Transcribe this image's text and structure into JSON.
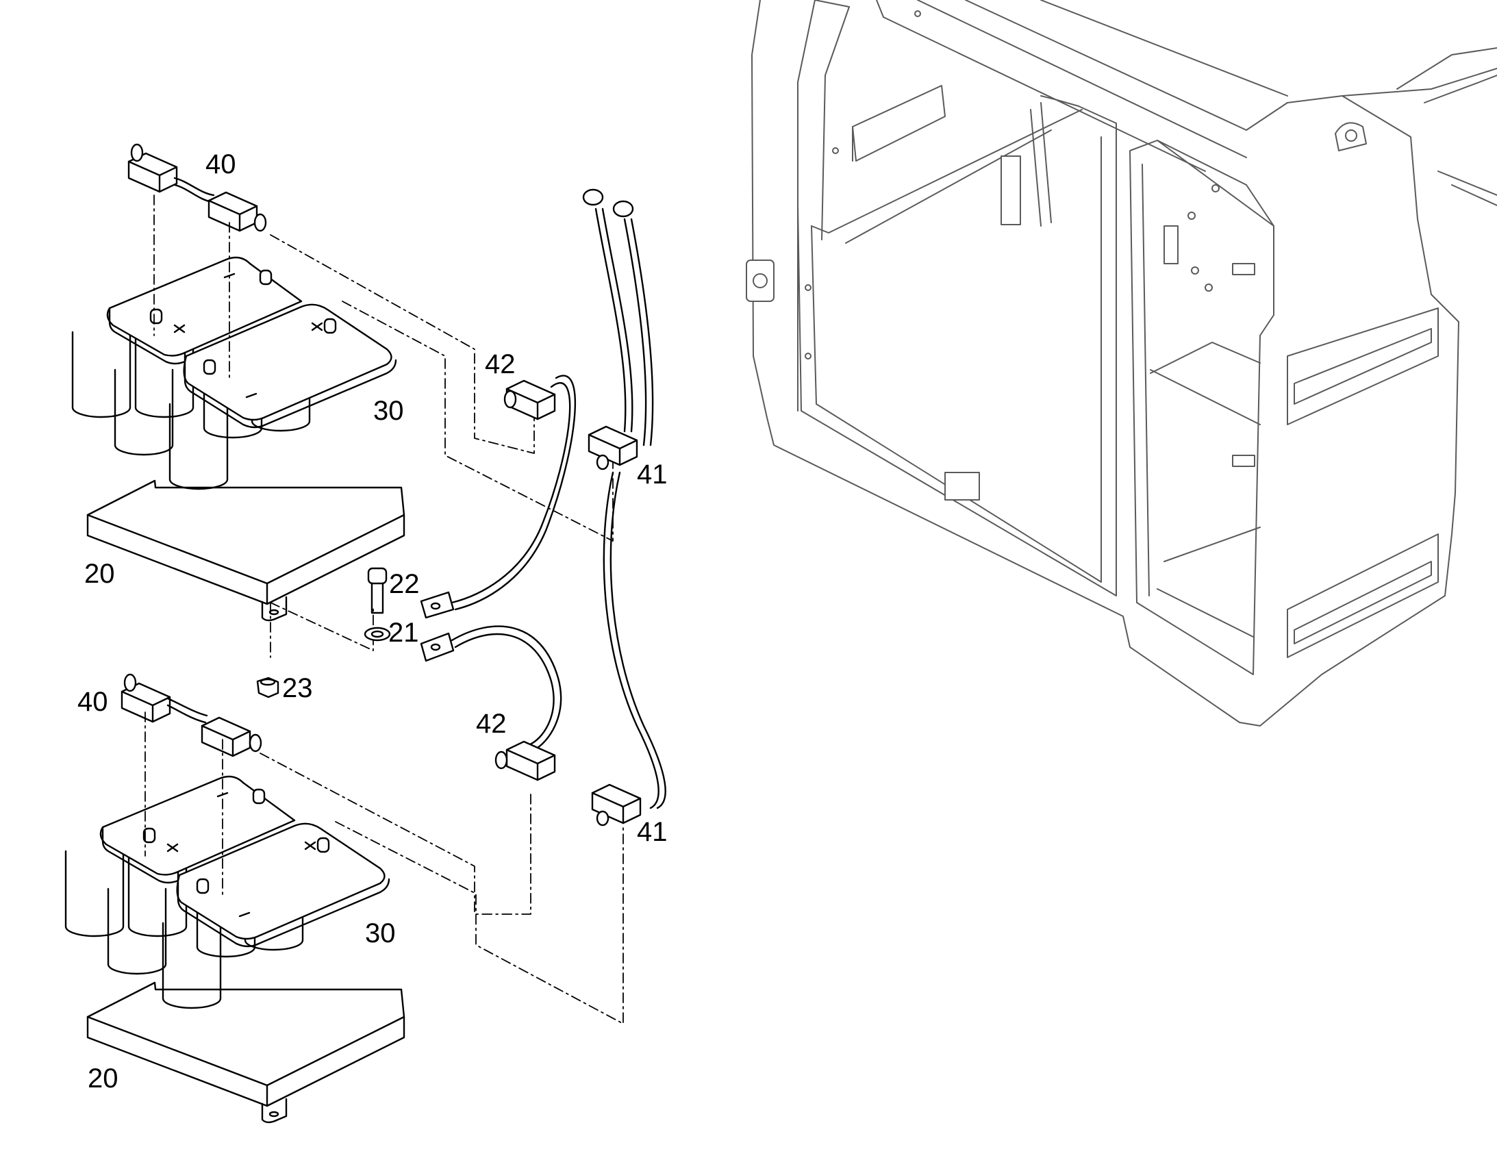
{
  "colors": {
    "ink": "#000000",
    "frame": "#5a5a5a",
    "paper": "#ffffff"
  },
  "callouts": {
    "upper_40": "40",
    "upper_30": "30",
    "upper_20": "20",
    "upper_42": "42",
    "upper_41": "41",
    "bolt_22": "22",
    "washer_21": "21",
    "nut_23": "23",
    "lower_40": "40",
    "lower_42": "42",
    "lower_41": "41",
    "lower_30": "30",
    "lower_20": "20"
  }
}
